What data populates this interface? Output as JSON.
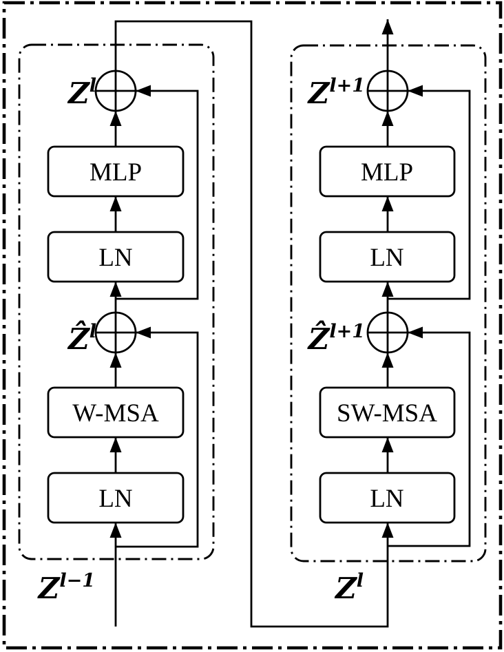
{
  "figure": {
    "colors": {
      "ink": "#000000",
      "background": "#ffffff"
    },
    "left_block": {
      "mlp_label": "MLP",
      "ln_top_label": "LN",
      "msa_label": "W-MSA",
      "ln_bottom_label": "LN",
      "output_sum_label": {
        "base": "Z",
        "sup": "l"
      },
      "inner_sum_label": {
        "base": "Ẑ",
        "sup": "l"
      },
      "input_label": {
        "base": "Z",
        "sup": "l−1"
      }
    },
    "right_block": {
      "mlp_label": "MLP",
      "ln_top_label": "LN",
      "msa_label": "SW-MSA",
      "ln_bottom_label": "LN",
      "output_sum_label": {
        "base": "Z",
        "sup": "l+1"
      },
      "inner_sum_label": {
        "base": "Ẑ",
        "sup": "l+1"
      },
      "input_label": {
        "base": "Z",
        "sup": "l"
      }
    }
  }
}
